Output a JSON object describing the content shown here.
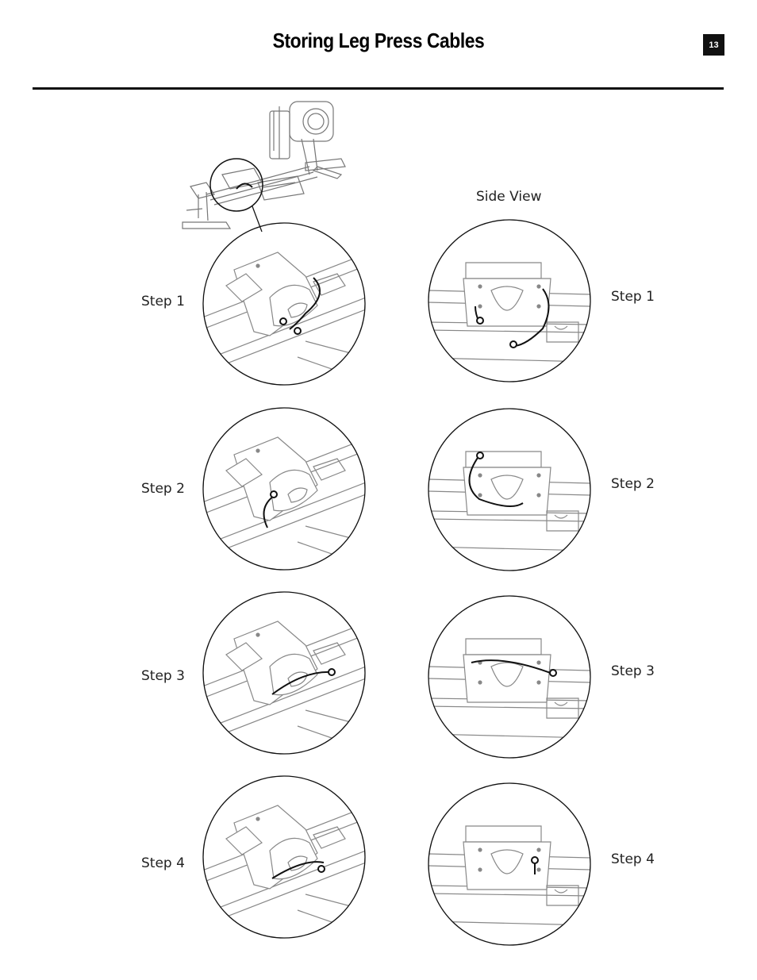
{
  "page": {
    "title": "Storing Leg Press Cables",
    "page_number": "13"
  },
  "side_view_label": "Side View",
  "left_steps": [
    {
      "label": "Step 1"
    },
    {
      "label": "Step 2"
    },
    {
      "label": "Step 3"
    },
    {
      "label": "Step 4"
    }
  ],
  "right_steps": [
    {
      "label": "Step 1"
    },
    {
      "label": "Step 2"
    },
    {
      "label": "Step 3"
    },
    {
      "label": "Step 4"
    }
  ]
}
